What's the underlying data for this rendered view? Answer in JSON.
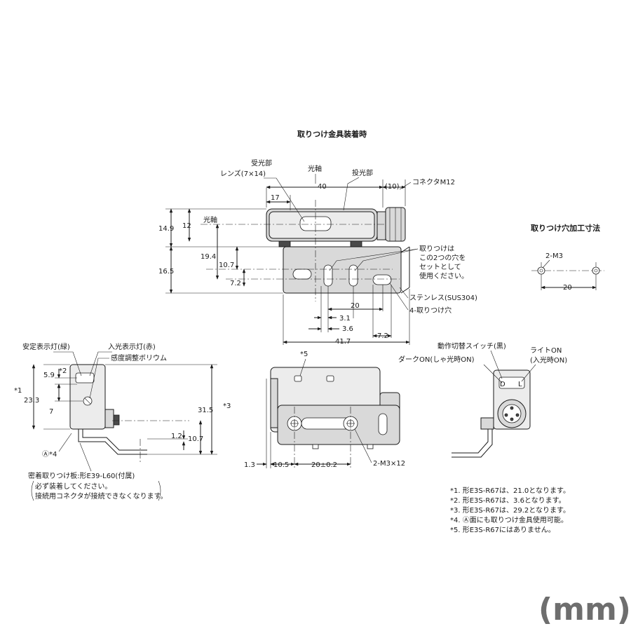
{
  "titles": {
    "mount_attached": "取りつけ金具装着時",
    "mount_hole": "取りつけ穴加工寸法"
  },
  "labels": {
    "receiver_lens_1": "受光部",
    "receiver_lens_2": "レンズ(7×14)",
    "optical_axis_top": "光軸",
    "emitter": "投光部",
    "connector": "コネクタM12",
    "optical_axis_side": "光軸",
    "mount_note_1": "取りつけは",
    "mount_note_2": "この2つの穴を",
    "mount_note_3": "セットとして",
    "mount_note_4": "使用ください。",
    "stainless": "ステンレス(SUS304)",
    "four_holes": "4-取りつけ穴",
    "stability_led": "安定表示灯(緑)",
    "incident_led": "入光表示灯(赤)",
    "sensitivity": "感度調整ボリウム",
    "mode_switch": "動作切替スイッチ(黒)",
    "dark_on": "ダークON(しゃ光時ON)",
    "light_on_1": "ライトON",
    "light_on_2": "(入光時ON)",
    "d_mark": "D",
    "l_mark": "L",
    "star5": "*5",
    "star2": "*2",
    "star1": "*1",
    "star3": "*3",
    "a4": "Ⓐ*4",
    "plate_1": "密着取りつけ板:形E39-L60(付属)",
    "plate_2": "必ず装着してください。",
    "plate_3": "接続用コネクタが接続できなくなります。",
    "m3x12": "2-M3×12",
    "two_m3": "2-M3"
  },
  "dims": {
    "d40": "40",
    "d10": "(10)",
    "d17": "17",
    "d14_9": "14.9",
    "d12": "12",
    "d16_5": "16.5",
    "d19_4": "19.4",
    "d10_7a": "10.7",
    "d7_2a": "7.2",
    "d20a": "20",
    "d3_1": "3.1",
    "d3_6": "3.6",
    "d7_2b": "7.2",
    "d41_7": "41.7",
    "d20_hole": "20",
    "d5_9": "5.9",
    "d23_3": "23.3",
    "d7": "7",
    "d31_5": "31.5",
    "d1_2": "1.2",
    "d10_7b": "10.7",
    "d1_3": "1.3",
    "d10_5": "10.5",
    "d20_tol": "20±0.2"
  },
  "footnotes": [
    "*1. 形E3S-R67は、21.0となります。",
    "*2. 形E3S-R67は、3.6となります。",
    "*3. 形E3S-R67は、29.2となります。",
    "*4. Ⓐ面にも取りつけ金具使用可能。",
    "*5. 形E3S-R67にはありません。"
  ],
  "unit": "(mm)"
}
